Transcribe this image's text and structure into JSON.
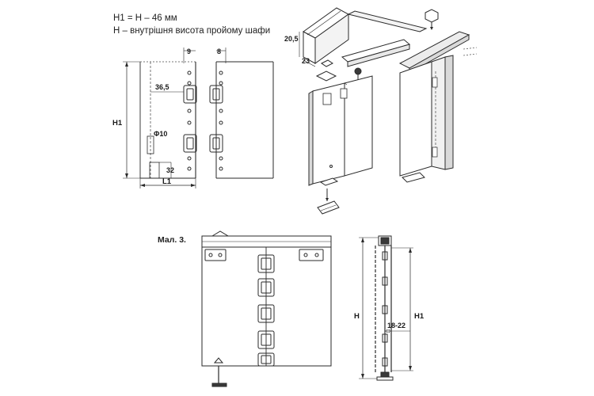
{
  "notes": {
    "line1": "H1 = H – 46 мм",
    "line2": "H – внутрішня висота пройому шафи"
  },
  "figure_label": "Мал. 3.",
  "dimensions": {
    "d9": "9",
    "d8": "8",
    "d36_5": "36,5",
    "h1_left": "H1",
    "phi10": "Φ10",
    "d32": "32",
    "l1": "L1",
    "d20_5": "20,5",
    "d23": "23",
    "h_side": "H",
    "h1_side": "H1",
    "d18_22": "18-22"
  },
  "colors": {
    "line": "#2a2a2a",
    "thin": "#555555",
    "dash": "#777777",
    "panel_fill": "#ffffff",
    "shade": "#d9d9d9",
    "dark": "#3a3a3a"
  }
}
